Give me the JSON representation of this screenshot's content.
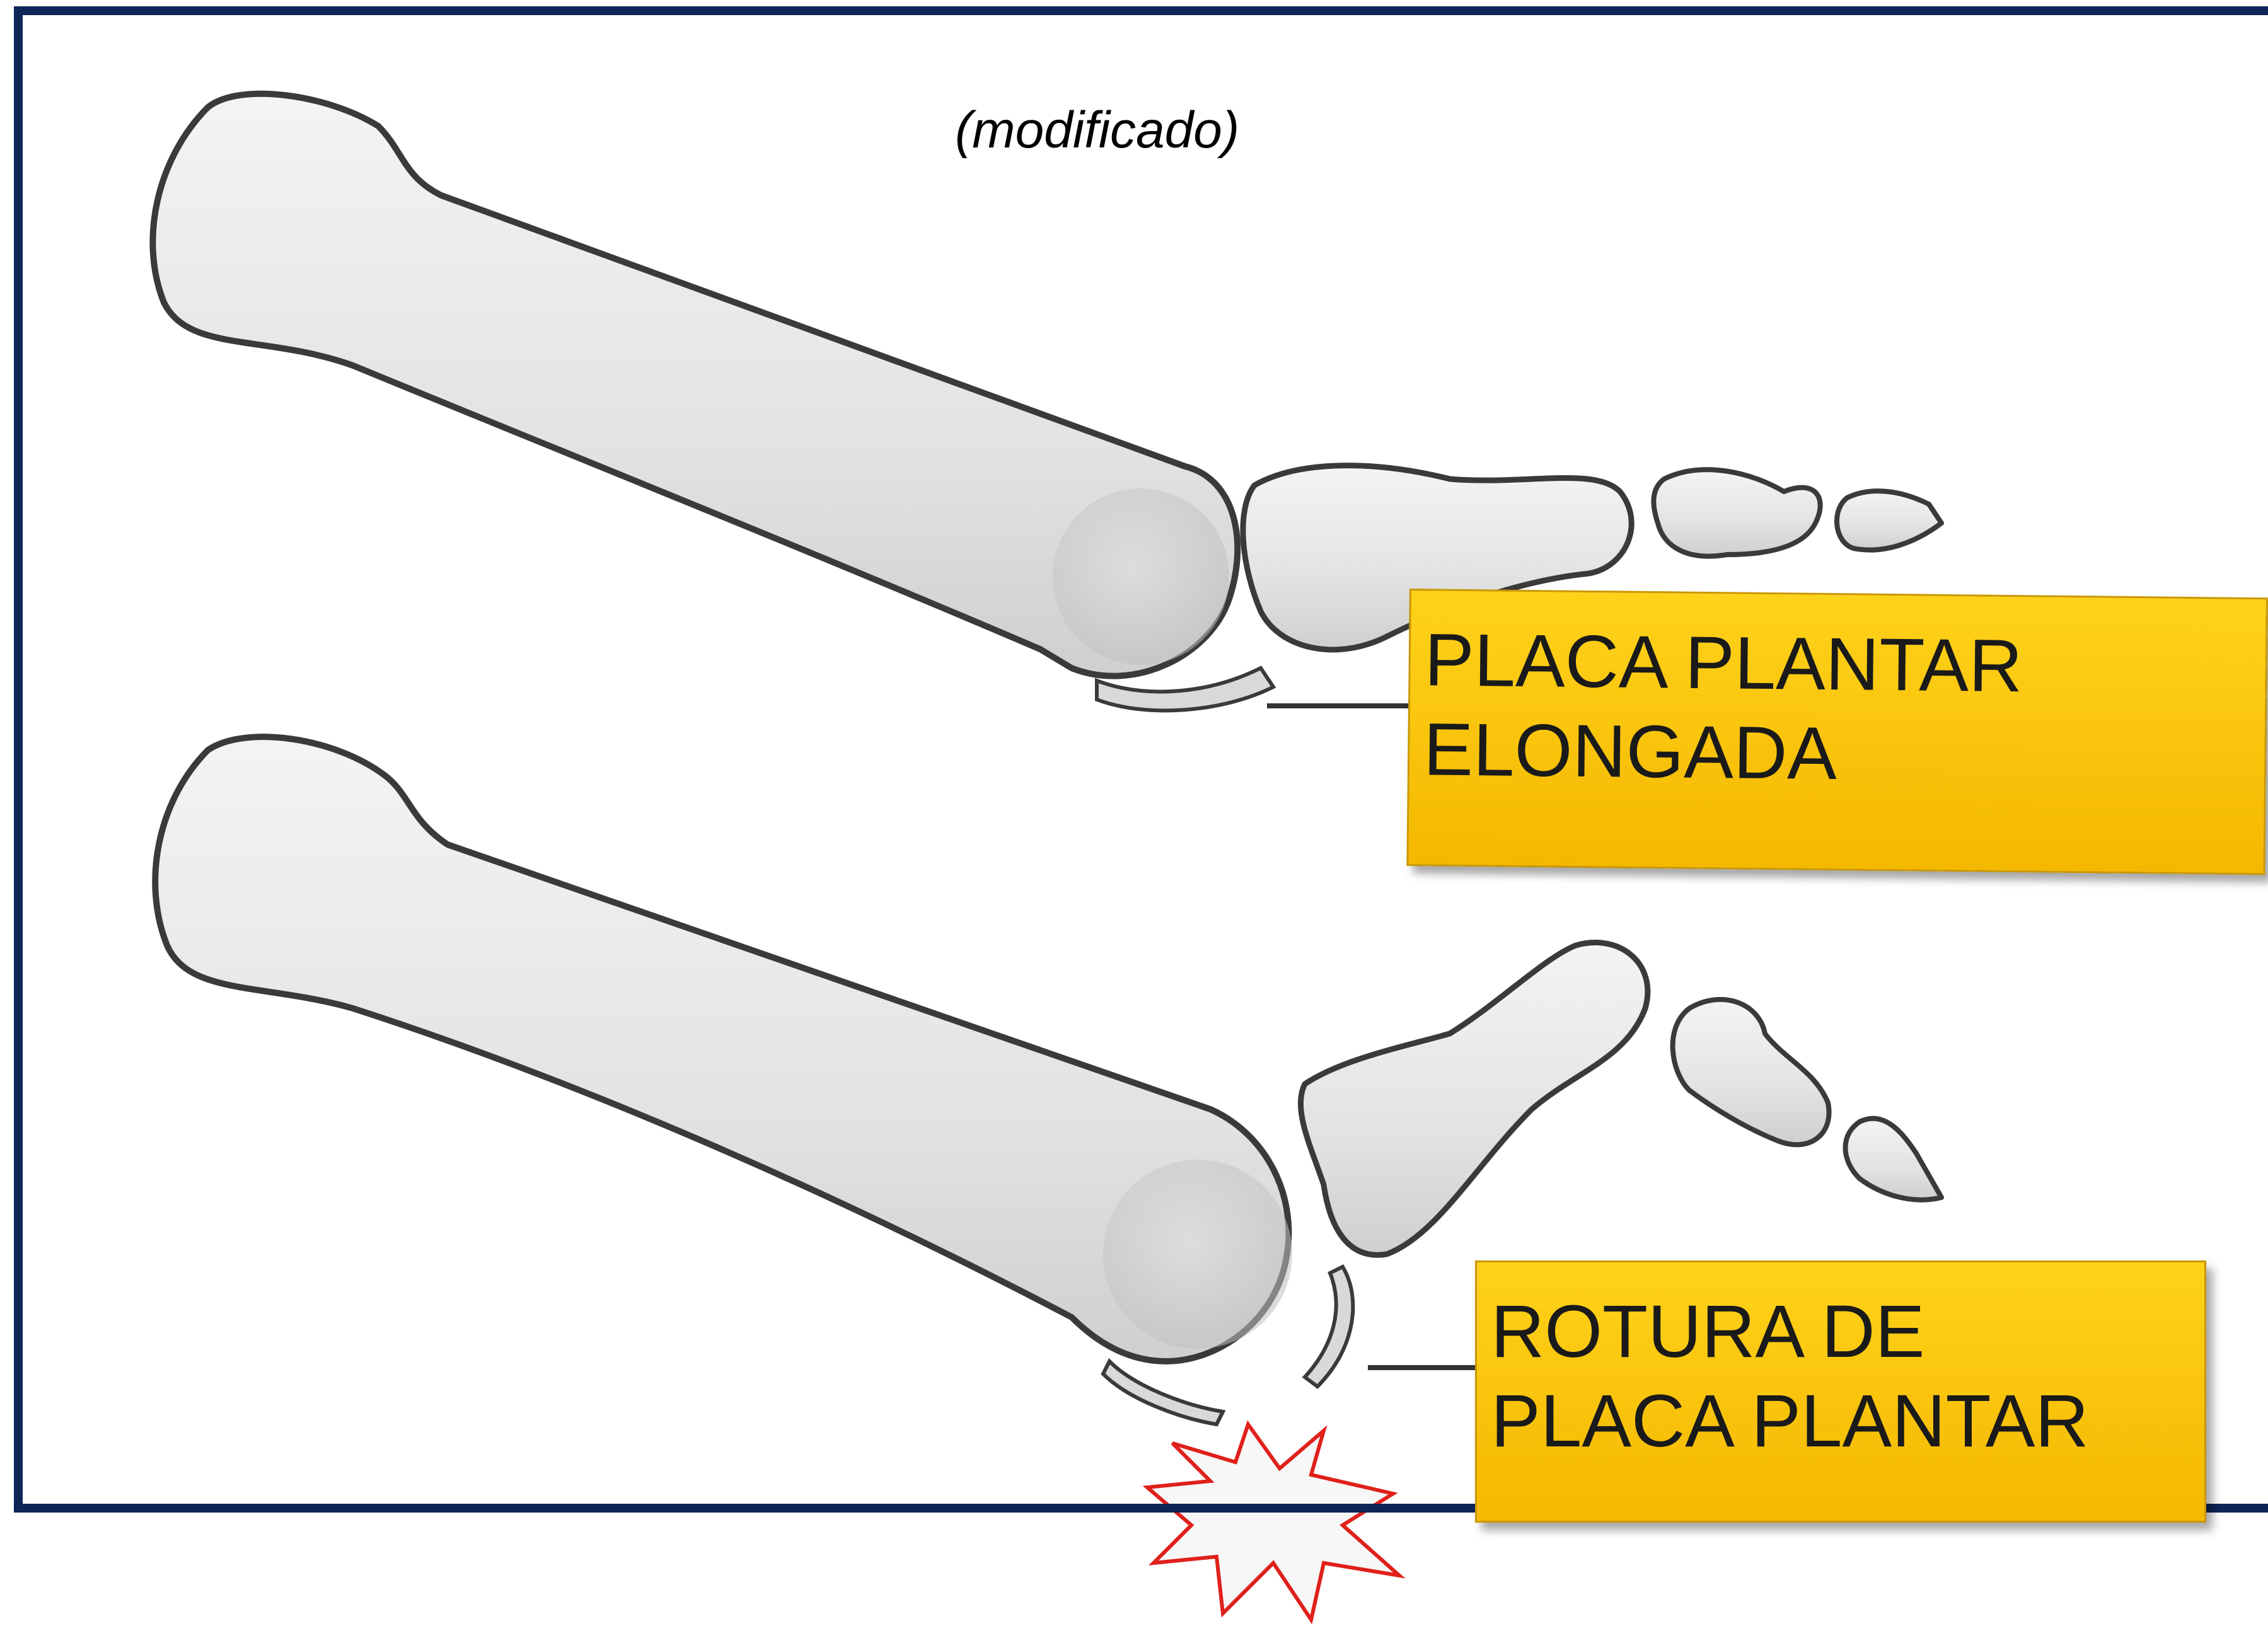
{
  "caption": "(modificado)",
  "labels": {
    "top": {
      "line1": "PLACA PLANTAR",
      "line2": "ELONGADA"
    },
    "bottom": {
      "line1": "ROTURA DE",
      "line2": "PLACA PLANTAR"
    }
  },
  "colors": {
    "frame": "#0f2557",
    "label_fill": "#ffc90e",
    "burst_outline": "#e0201a",
    "bone_fill": "#e9e9e9",
    "bone_outline": "#3a3a3a"
  },
  "icons": {
    "rupture_marker": "starburst-icon"
  }
}
